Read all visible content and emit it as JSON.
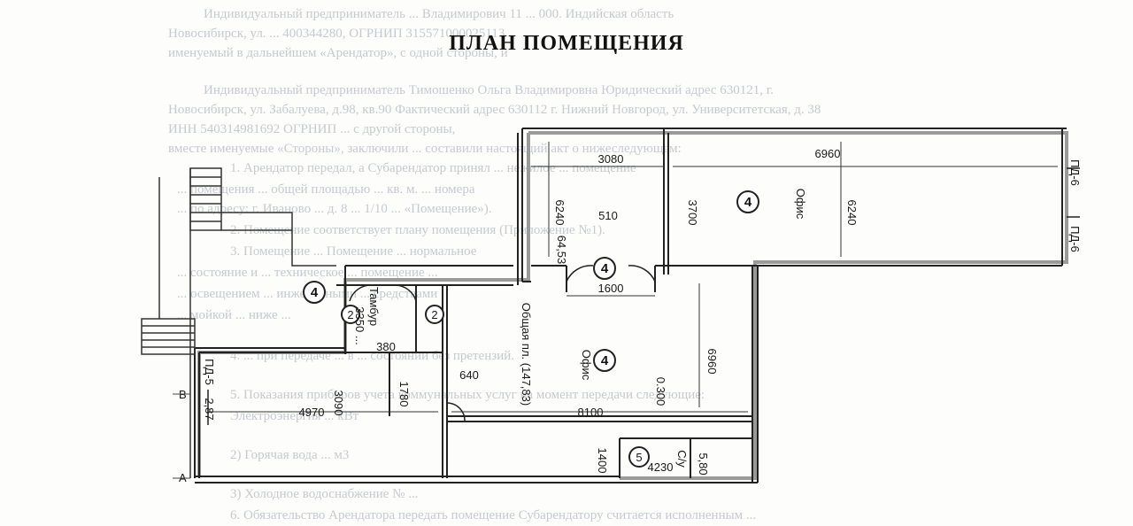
{
  "title": "ПЛАН ПОМЕЩЕНИЯ",
  "background_text": [
    "Индивидуальный предприниматель ... Владимирович 11 ... 000. Индийская область",
    "Новосибирск, ул. ... 400344280, ОГРНИП 315571000025113",
    "именуемый в дальнейшем «Арендатор», с одной стороны, и",
    "Индивидуальный предприниматель Тимошенко Ольга Владимировна Юридический адрес 630121, г.",
    "Новосибирск, ул. Забалуева, д.98, кв.90 Фактический адрес 630112 г. Нижний Новгород, ул. Университетская, д. 38",
    "ИНН 540314981692 ОГРНИП ... с другой стороны,",
    "вместе именуемые «Стороны», заключили ... составили настоящий акт о нижеследующем:",
    "1. Арендатор передал, а Субарендатор принял ... нежилое ... помещение",
    "... помещения ... общей площадью ... кв. м. ... номера",
    "... по адресу: г. Иваново ... д. 8 ... 1/10 ... «Помещение»).",
    "2. Помещение соответствует плану помещения (Приложение №1).",
    "3. Помещение ... Помещение ... нормальное",
    "... состояние и ... техническое ... помещение ...",
    "... освещением ... инженерными ... средствами",
    "... мойкой ... ниже ...",
    "4. ... при передаче ... в ... состоянии без претензий.",
    "5. Показания приборов учета коммунальных услуг на момент передачи следующие:",
    "Электроэнергия ... кВт",
    "2) Горячая вода ... м3",
    "3) Холодное водоснабжение № ...",
    "6. Обязательство Арендатора передать помещение Субарендатору считается исполненным ..."
  ],
  "plan": {
    "dimensions": [
      "3080",
      "6960",
      "6240",
      "6240",
      "510",
      "3700",
      "64,53",
      "1600",
      "6960",
      "640",
      "380",
      "1780",
      "3090",
      "4970",
      "8100",
      "1400",
      "4230",
      "5,80",
      "2,87"
    ],
    "room_numbers": [
      "4",
      "4",
      "4",
      "4",
      "2",
      "2",
      "5"
    ],
    "room_labels": {
      "office_top": "Офис",
      "office_main": "Офис",
      "general_area": "Общая пл. (147,83)",
      "vestibule": "Тамбур",
      "vestibule_area": "3350 ...",
      "wc": "С/у",
      "stair_pd1": "ПД-6",
      "stair_pd2": "ПД-6",
      "stair_pd3": "ПД-5",
      "height_mark": "0.300"
    },
    "axes": [
      "В",
      "А"
    ]
  }
}
